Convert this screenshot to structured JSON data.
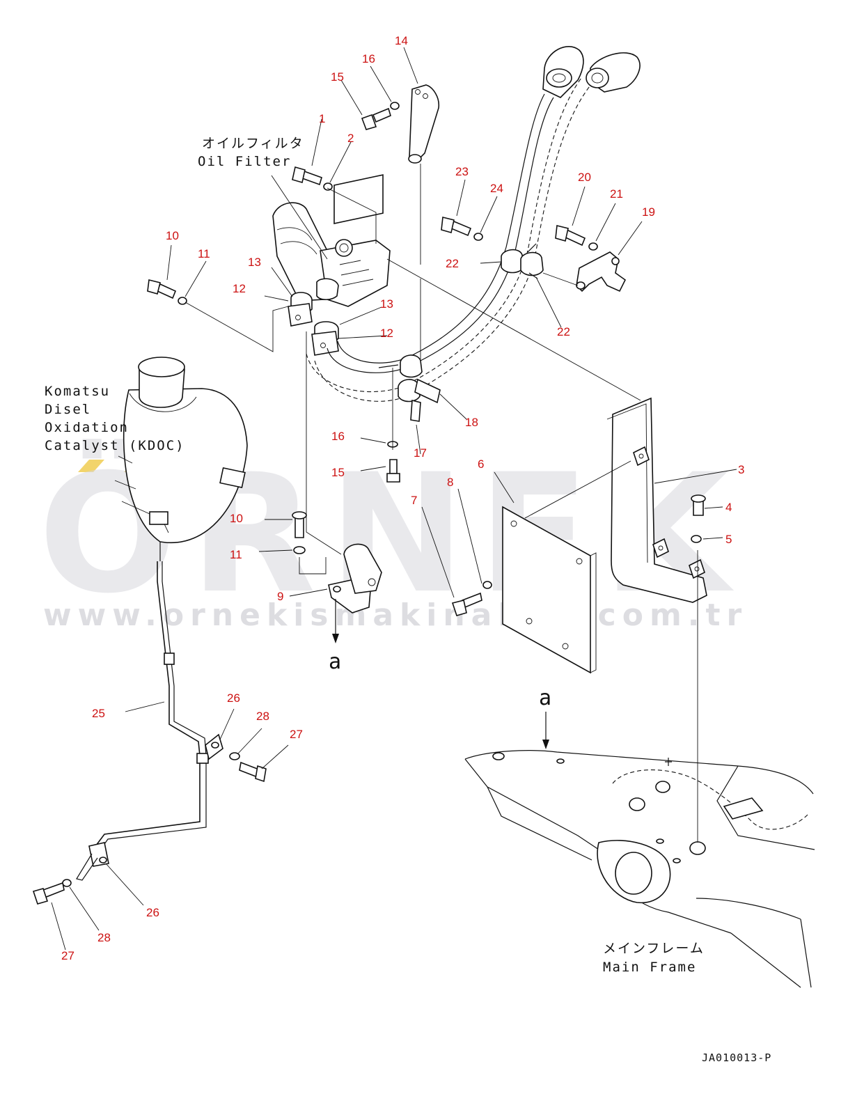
{
  "watermark": {
    "brand": "ÖRNEK",
    "url": "www.ornekismakinalari.com.tr",
    "accent_color": "#f2d46b",
    "gray_color": "#d7d7dc"
  },
  "labels": {
    "oil_filter_jp": "オイルフィルタ",
    "oil_filter_en": "Oil Filter",
    "kdoc_line1": "Komatsu",
    "kdoc_line2": "Disel",
    "kdoc_line3": "Oxidation",
    "kdoc_line4": "Catalyst (KDOC)",
    "main_frame_jp": "メインフレーム",
    "main_frame_en": "Main Frame",
    "view_a_top": "a",
    "view_a_bottom": "a",
    "drawing_code": "JA010013-P"
  },
  "callouts": [
    {
      "id": "c1",
      "text": "1"
    },
    {
      "id": "c2",
      "text": "2"
    },
    {
      "id": "c3",
      "text": "3"
    },
    {
      "id": "c4",
      "text": "4"
    },
    {
      "id": "c5",
      "text": "5"
    },
    {
      "id": "c6",
      "text": "6"
    },
    {
      "id": "c7",
      "text": "7"
    },
    {
      "id": "c8",
      "text": "8"
    },
    {
      "id": "c9",
      "text": "9"
    },
    {
      "id": "c10a",
      "text": "10"
    },
    {
      "id": "c10b",
      "text": "10"
    },
    {
      "id": "c11a",
      "text": "11"
    },
    {
      "id": "c11b",
      "text": "11"
    },
    {
      "id": "c12a",
      "text": "12"
    },
    {
      "id": "c12b",
      "text": "12"
    },
    {
      "id": "c13a",
      "text": "13"
    },
    {
      "id": "c13b",
      "text": "13"
    },
    {
      "id": "c14",
      "text": "14"
    },
    {
      "id": "c15a",
      "text": "15"
    },
    {
      "id": "c15b",
      "text": "15"
    },
    {
      "id": "c16a",
      "text": "16"
    },
    {
      "id": "c16b",
      "text": "16"
    },
    {
      "id": "c17",
      "text": "17"
    },
    {
      "id": "c18",
      "text": "18"
    },
    {
      "id": "c19",
      "text": "19"
    },
    {
      "id": "c20",
      "text": "20"
    },
    {
      "id": "c21",
      "text": "21"
    },
    {
      "id": "c22a",
      "text": "22"
    },
    {
      "id": "c22b",
      "text": "22"
    },
    {
      "id": "c23",
      "text": "23"
    },
    {
      "id": "c24",
      "text": "24"
    },
    {
      "id": "c25",
      "text": "25"
    },
    {
      "id": "c26a",
      "text": "26"
    },
    {
      "id": "c26b",
      "text": "26"
    },
    {
      "id": "c27a",
      "text": "27"
    },
    {
      "id": "c27b",
      "text": "27"
    },
    {
      "id": "c28a",
      "text": "28"
    },
    {
      "id": "c28b",
      "text": "28"
    }
  ]
}
